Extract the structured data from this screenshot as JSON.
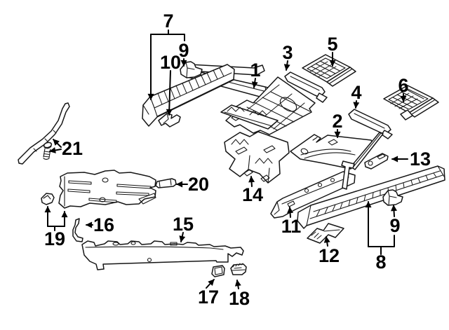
{
  "diagram": {
    "kind": "exploded-parts-line-diagram",
    "background_color": "#ffffff",
    "line_color": "#161616",
    "callout_color": "#000000",
    "callouts": {
      "c1": "1",
      "c2": "2",
      "c3": "3",
      "c4": "4",
      "c5": "5",
      "c6": "6",
      "c7": "7",
      "c8": "8",
      "c9a": "9",
      "c9b": "9",
      "c10": "10",
      "c11": "11",
      "c12": "12",
      "c13": "13",
      "c14": "14",
      "c15": "15",
      "c16": "16",
      "c17": "17",
      "c18": "18",
      "c19": "19",
      "c20": "20",
      "c21": "21"
    }
  }
}
